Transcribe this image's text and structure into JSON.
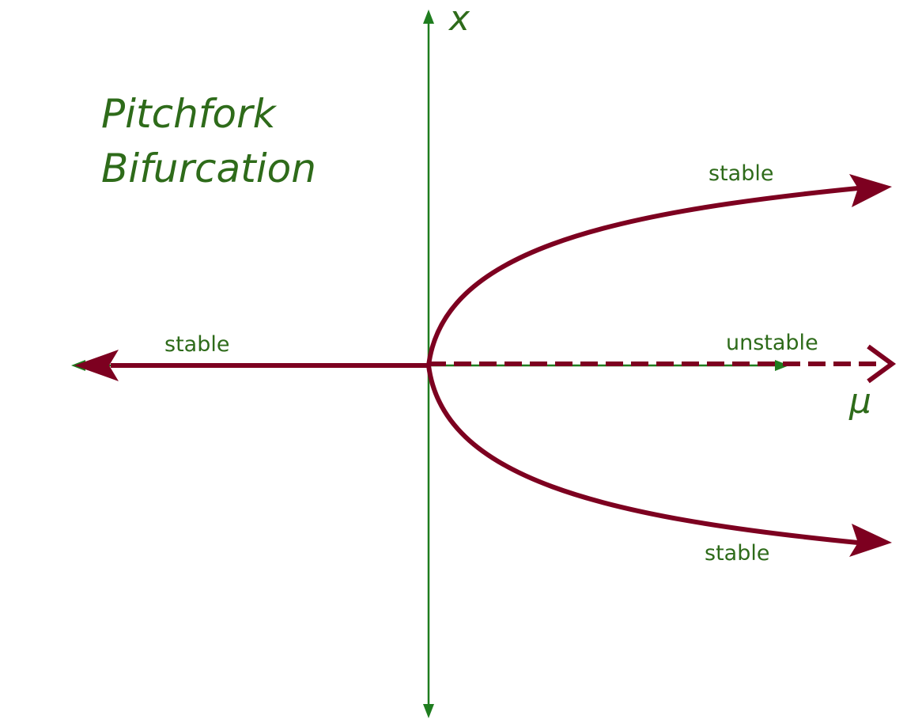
{
  "title": {
    "line1": "Pitchfork",
    "line2": "Bifurcation"
  },
  "axes": {
    "vertical_label": "x",
    "horizontal_label": "μ"
  },
  "branches": {
    "upper_label": "stable",
    "lower_label": "stable",
    "left_label": "stable",
    "right_label": "unstable"
  },
  "colors": {
    "axis": "#1f7d1f",
    "text": "#2e6b1a",
    "branch": "#7d0020",
    "background": "#ffffff"
  }
}
